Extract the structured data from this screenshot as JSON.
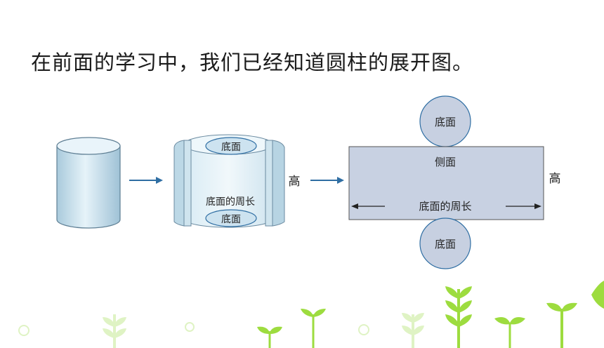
{
  "heading": "在前面的学习中，我们已经知道圆柱的展开图。",
  "labels": {
    "base": "底面",
    "base_circumference": "底面的周长",
    "height": "高",
    "lateral_surface": "侧面"
  },
  "colors": {
    "cylinder_fill": "#c9e2ee",
    "net_fill": "#c8d1e2",
    "arrow": "#2f6ea3",
    "sprout_green": "#9ddc3f",
    "sprout_light": "#dff3c4"
  }
}
